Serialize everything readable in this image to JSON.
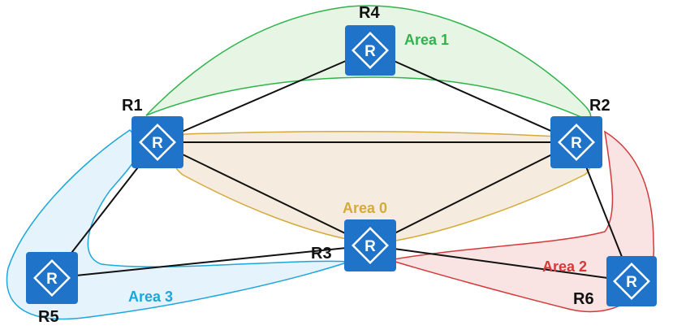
{
  "routers": [
    {
      "id": "R1",
      "label": "R1"
    },
    {
      "id": "R2",
      "label": "R2"
    },
    {
      "id": "R3",
      "label": "R3"
    },
    {
      "id": "R4",
      "label": "R4"
    },
    {
      "id": "R5",
      "label": "R5"
    },
    {
      "id": "R6",
      "label": "R6"
    }
  ],
  "router_icon_glyph": "R",
  "router_icon": "router-icon",
  "links": [
    [
      "R1",
      "R4"
    ],
    [
      "R4",
      "R2"
    ],
    [
      "R1",
      "R2"
    ],
    [
      "R1",
      "R3"
    ],
    [
      "R2",
      "R3"
    ],
    [
      "R1",
      "R5"
    ],
    [
      "R5",
      "R3"
    ],
    [
      "R3",
      "R6"
    ],
    [
      "R2",
      "R6"
    ]
  ],
  "areas": [
    {
      "id": "area-0",
      "label": "Area 0",
      "color": "#d4aa3b",
      "fill": "#f4eadb"
    },
    {
      "id": "area-1",
      "label": "Area 1",
      "color": "#2fb34a",
      "fill": "#e3f3e1"
    },
    {
      "id": "area-2",
      "label": "Area 2",
      "color": "#d43a3a",
      "fill": "#f8dede"
    },
    {
      "id": "area-3",
      "label": "Area 3",
      "color": "#1ba6dc",
      "fill": "#dff1fb"
    }
  ],
  "colors": {
    "router_fill": "#1f73c9",
    "router_glyph": "#ffffff",
    "link": "#111111"
  }
}
